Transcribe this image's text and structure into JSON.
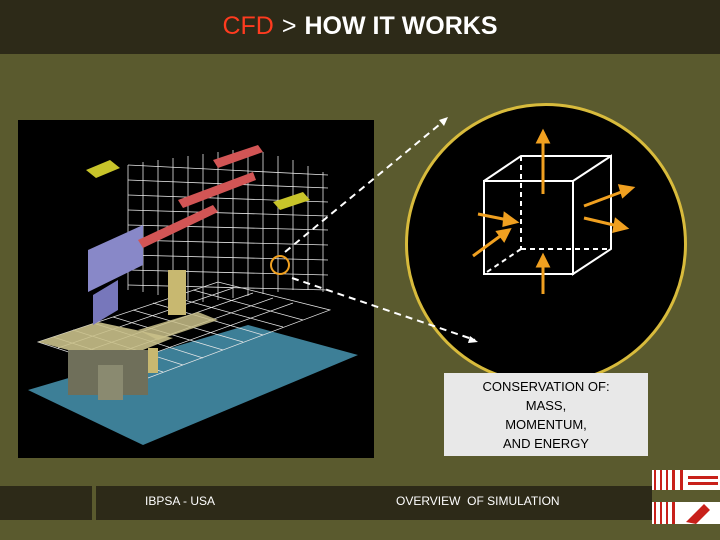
{
  "header": {
    "cfd": "CFD",
    "separator": ">",
    "how_it_works": "HOW IT WORKS"
  },
  "callout": {
    "heading": "CONSERVATION OF:",
    "line1": "MASS,",
    "line2": "MOMENTUM,",
    "line3": "AND ENERGY"
  },
  "footer": {
    "left_text": "IBPSA - USA",
    "center_text": "OVERVIEW  OF SIMULATION"
  },
  "colors": {
    "background": "#5a5a2e",
    "titlebar": "#2d2a18",
    "accent_red": "#ff3b1f",
    "circle_border": "#d8bb3c",
    "arrow_orange": "#f0a020"
  }
}
